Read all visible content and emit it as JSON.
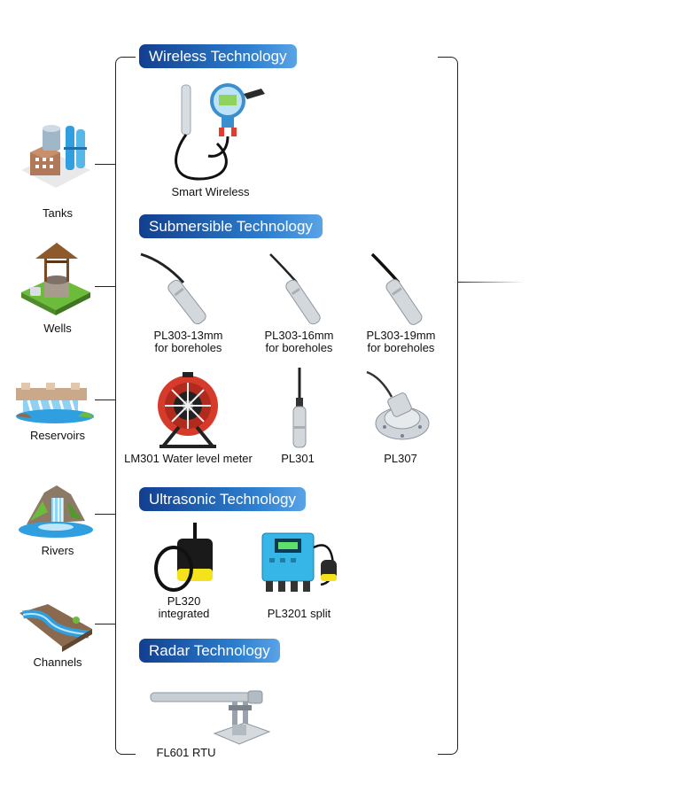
{
  "applications": [
    {
      "id": "tanks",
      "label": "Tanks",
      "icon": "tanks-icon"
    },
    {
      "id": "wells",
      "label": "Wells",
      "icon": "well-icon"
    },
    {
      "id": "reservoirs",
      "label": "Reservoirs",
      "icon": "reservoir-icon"
    },
    {
      "id": "rivers",
      "label": "Rivers",
      "icon": "river-icon"
    },
    {
      "id": "channels",
      "label": "Channels",
      "icon": "channel-icon"
    }
  ],
  "sections": {
    "wireless": {
      "title": "Wireless Technology",
      "products": [
        {
          "label": "Smart Wireless",
          "icon": "wireless-transmitter-icon"
        }
      ]
    },
    "submersible": {
      "title": "Submersible Technology",
      "products": [
        {
          "line1": "PL303-13mm",
          "line2": "for boreholes",
          "icon": "probe-13mm-icon"
        },
        {
          "line1": "PL303-16mm",
          "line2": "for boreholes",
          "icon": "probe-16mm-icon"
        },
        {
          "line1": "PL303-19mm",
          "line2": "for boreholes",
          "icon": "probe-19mm-icon"
        },
        {
          "line1": "LM301 Water level meter",
          "icon": "cable-reel-meter-icon"
        },
        {
          "line1": "PL301",
          "icon": "pl301-probe-icon"
        },
        {
          "line1": "PL307",
          "icon": "flange-probe-icon"
        }
      ]
    },
    "ultrasonic": {
      "title": "Ultrasonic Technology",
      "products": [
        {
          "line1": "PL320",
          "line2": "integrated",
          "icon": "ultrasonic-sensor-icon"
        },
        {
          "line1": "PL3201 split",
          "icon": "ultrasonic-controller-icon"
        }
      ]
    },
    "radar": {
      "title": "Radar Technology",
      "products": [
        {
          "line1": "FL601 RTU",
          "icon": "radar-mount-icon"
        }
      ]
    }
  },
  "colors": {
    "pill_dark": "#123f8f",
    "pill_light": "#5aa3e6",
    "bracket": "#222222",
    "water": "#2f9fe0",
    "grass": "#6dbb3b"
  }
}
